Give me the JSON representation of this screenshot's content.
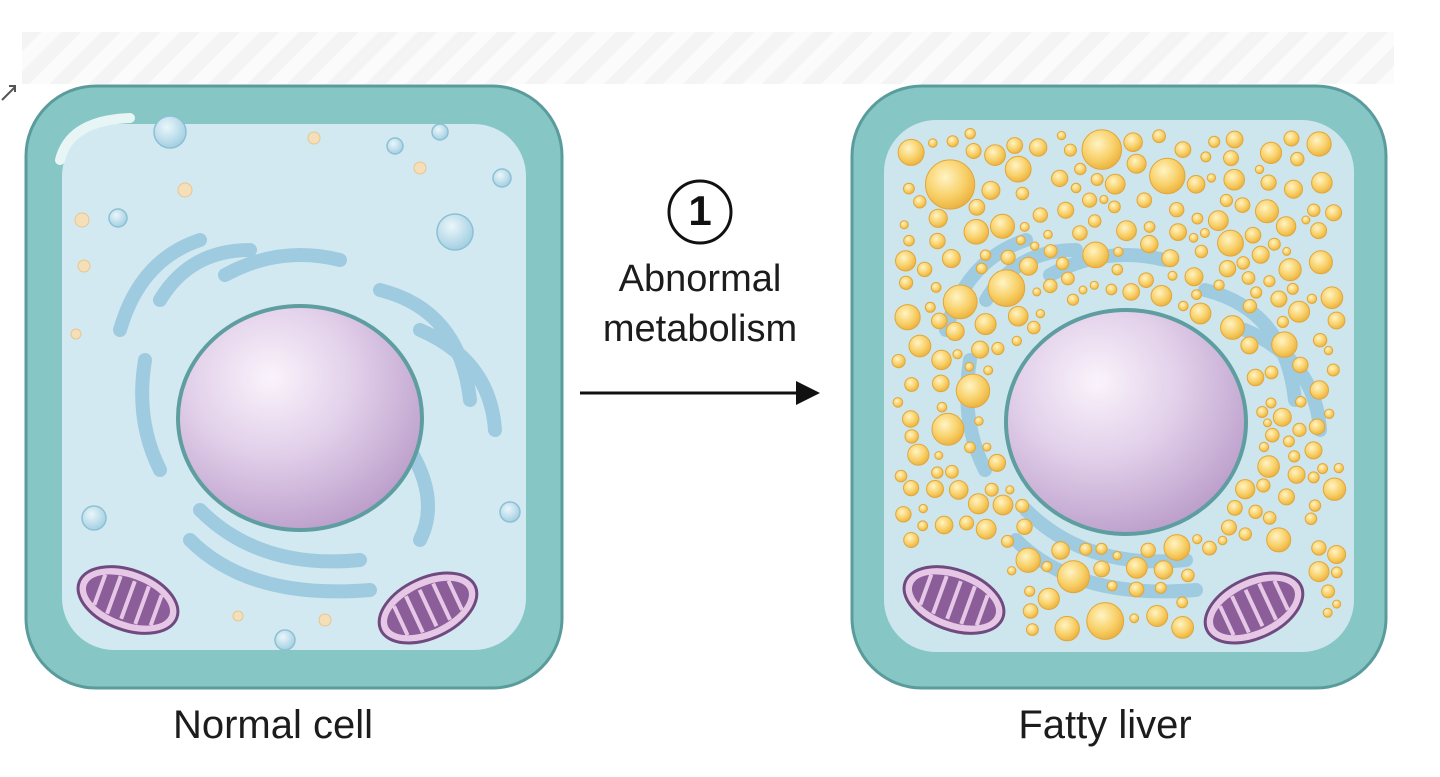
{
  "labels": {
    "left_cell": "Normal cell",
    "right_cell": "Fatty liver",
    "step_number": "1",
    "step_line1": "Abnormal",
    "step_line2": "metabolism"
  },
  "colors": {
    "cell_wall": "#7fc3c3",
    "cytoplasm": "#d6ecf2",
    "organelle": "#a8d3e4",
    "nucleus": "#d9c4e4",
    "mitochondria": "#8b5e9a",
    "lipid": "#f5c75a",
    "granule": "#f4dfb8"
  }
}
